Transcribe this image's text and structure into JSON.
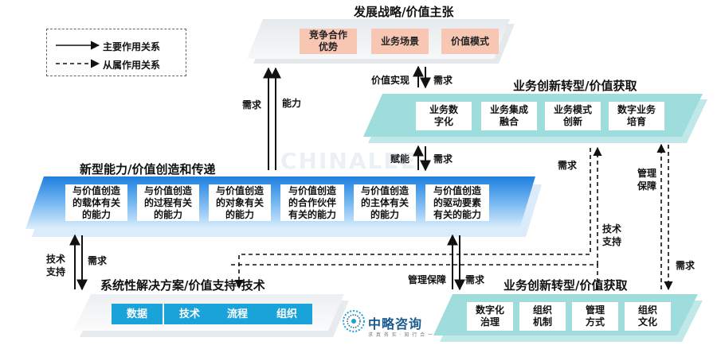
{
  "legend": {
    "primary": "主要作用关系",
    "secondary": "从属作用关系"
  },
  "strategy": {
    "title": "发展战略/价值主张",
    "items": [
      "竞争合作\n优势",
      "业务场景",
      "价值模式"
    ]
  },
  "transform_top": {
    "title": "业务创新转型/价值获取",
    "items": [
      "业务数\n字化",
      "业务集成\n融合",
      "业务模式\n创新",
      "数字业务\n培育"
    ]
  },
  "capability": {
    "title": "新型能力/价值创造和传递",
    "items": [
      "与价值创造\n的载体有关\n的能力",
      "与价值创造\n的过程有关\n的能力",
      "与价值创造\n的对象有关\n的能力",
      "与价值创造\n的合作伙伴\n有关的能力",
      "与价值创造\n的主体有关\n的能力",
      "与价值创造\n的驱动要素\n有关的能力"
    ]
  },
  "solution": {
    "title": "系统性解决方案/价值支持-技术",
    "items": [
      "数据",
      "技术",
      "流程",
      "组织"
    ]
  },
  "transform_bottom": {
    "title": "业务创新转型/价值获取",
    "items": [
      "数字化\n治理",
      "组织\n机制",
      "管理\n方式",
      "组织\n文化"
    ]
  },
  "labels": {
    "demand_left": "需求",
    "capability_left": "能力",
    "value_realize": "价值实现",
    "demand_mid": "需求",
    "empower": "赋能",
    "demand_mid2": "需求",
    "demand_right": "需求",
    "mgmt_guarantee_right": "管理\n保障",
    "tech_support_right": "技术\n支持",
    "demand_right2": "需求",
    "tech_support_left": "技术\n支持",
    "demand_left2": "需求",
    "mgmt_guarantee_bottom": "管理保障",
    "demand_bottom": "需求"
  },
  "logo": {
    "name": "中略咨询",
    "tagline": "求 真 务 实 · 知 行 合 一"
  },
  "watermark": "CHINALEE",
  "colors": {
    "cyan_panel": "#9fdcdc",
    "blue_panel_dark": "#1f7fe0",
    "blue_panel_light": "#dcedfb",
    "pink_box": "#f8c7b4",
    "blue_box": "#1aa3d9"
  }
}
